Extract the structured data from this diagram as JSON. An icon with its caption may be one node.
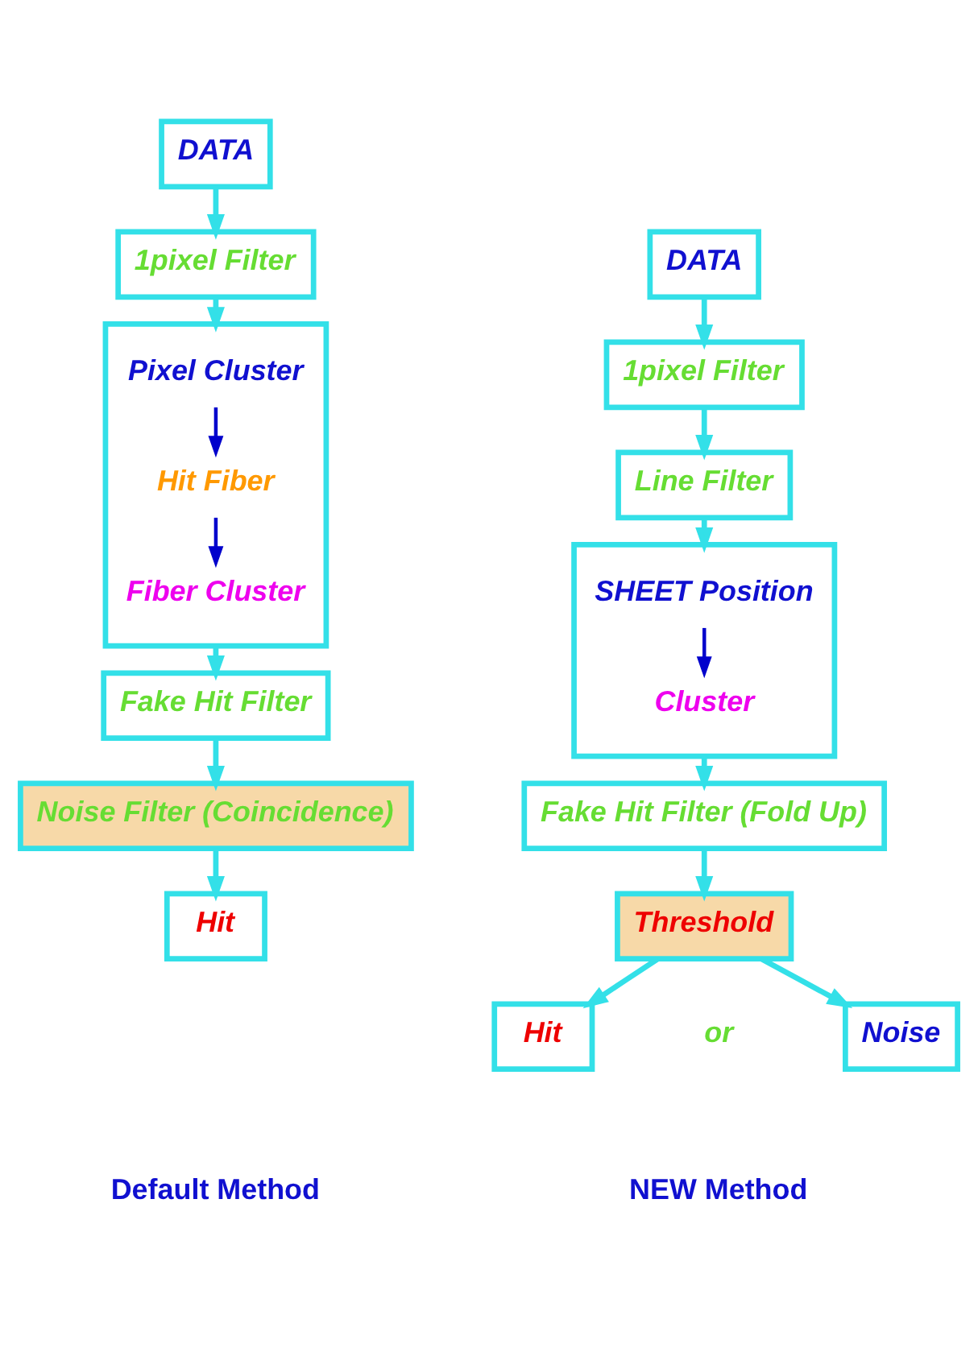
{
  "diagram": {
    "nodes": [
      {
        "text": [
          "DATA"
        ]
      },
      {
        "text": [
          "1pixel Filter"
        ]
      },
      {
        "text": [],
        "shape": "box"
      },
      {
        "text": [
          "Pixel Cluster"
        ],
        "in": 2
      },
      {
        "text": [
          "Hit Fiber"
        ],
        "in": 2
      },
      {
        "text": [
          "Fiber Cluster"
        ],
        "in": 2
      },
      {
        "text": [
          "Fake Hit Filter"
        ]
      },
      {
        "text": [
          "Noise Filter (Coincidence)"
        ]
      },
      {
        "text": [
          "Hit"
        ]
      },
      {
        "text": [
          "DATA"
        ]
      },
      {
        "text": [
          "1pixel Filter"
        ]
      },
      {
        "text": [
          "Line Filter"
        ]
      },
      {
        "text": [],
        "shape": "box"
      },
      {
        "text": [
          "SHEET Position"
        ],
        "in": 12
      },
      {
        "text": [
          "Cluster"
        ],
        "in": 12
      },
      {
        "text": [
          "Fake Hit Filter (Fold Up)"
        ]
      },
      {
        "text": [
          "Threshold"
        ]
      },
      {
        "text": [
          "Hit"
        ]
      },
      {
        "text": [
          "Noise"
        ]
      }
    ],
    "edges": [
      {
        "from": 0,
        "to": 1,
        "arrow": "to"
      },
      {
        "from": 1,
        "to": 2,
        "arrow": "to"
      },
      {
        "from": 3,
        "to": 4,
        "arrow": "to",
        "color": "#0000cc"
      },
      {
        "from": 4,
        "to": 5,
        "arrow": "to",
        "color": "#0000cc"
      },
      {
        "from": 2,
        "to": 6,
        "arrow": "to"
      },
      {
        "from": 6,
        "to": 7,
        "arrow": "to"
      },
      {
        "from": 7,
        "to": 8,
        "arrow": "to"
      },
      {
        "from": 9,
        "to": 10,
        "arrow": "to"
      },
      {
        "from": 10,
        "to": 11,
        "arrow": "to"
      },
      {
        "from": 11,
        "to": 12,
        "arrow": "to"
      },
      {
        "from": 13,
        "to": 14,
        "arrow": "to",
        "color": "#0000cc"
      },
      {
        "from": 12,
        "to": 15,
        "arrow": "to"
      },
      {
        "from": 15,
        "to": 16,
        "arrow": "to"
      },
      {
        "from": 16,
        "to": 17,
        "arrow": "to"
      },
      {
        "from": 16,
        "to": 18,
        "arrow": "to"
      }
    ],
    "labels": [
      "or",
      "Default Method",
      "NEW Method"
    ]
  }
}
